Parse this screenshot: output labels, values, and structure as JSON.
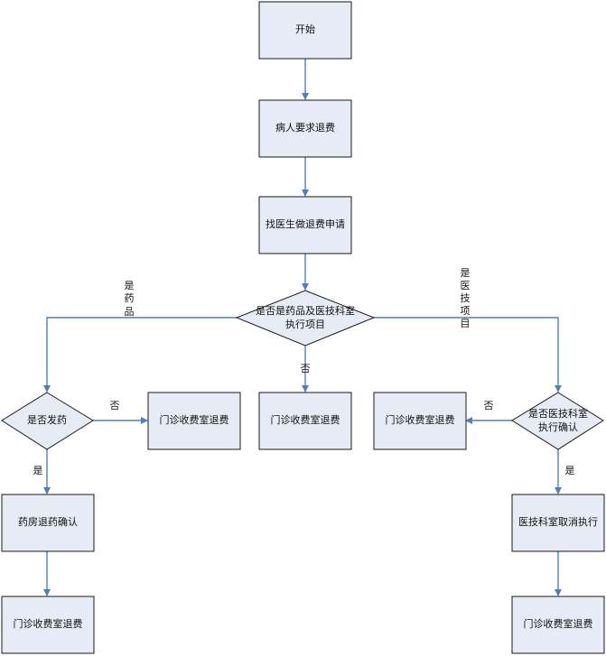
{
  "nodes": {
    "start": "开始",
    "patient_request": "病人要求退费",
    "doctor_apply": "找医生做退费申请",
    "decision_type": [
      "是否是药品及医技科室",
      "执行项目"
    ],
    "decision_drug": "是否发药",
    "refund_a": "门诊收费室退费",
    "refund_b": "门诊收费室退费",
    "refund_c": "门诊收费室退费",
    "decision_tech": [
      "是否医技科室",
      "执行确认"
    ],
    "pharmacy_confirm": "药房退药确认",
    "refund_left": "门诊收费室退费",
    "tech_cancel": "医技科室取消执行",
    "refund_right": "门诊收费室退费"
  },
  "labels": {
    "yes_drug": [
      "是",
      "药",
      "品"
    ],
    "yes_tech": [
      "是",
      "医",
      "技",
      "项",
      "目"
    ],
    "no_mid": "否",
    "no_drug": "否",
    "no_tech": "否",
    "yes_left": "是",
    "yes_right": "是"
  }
}
